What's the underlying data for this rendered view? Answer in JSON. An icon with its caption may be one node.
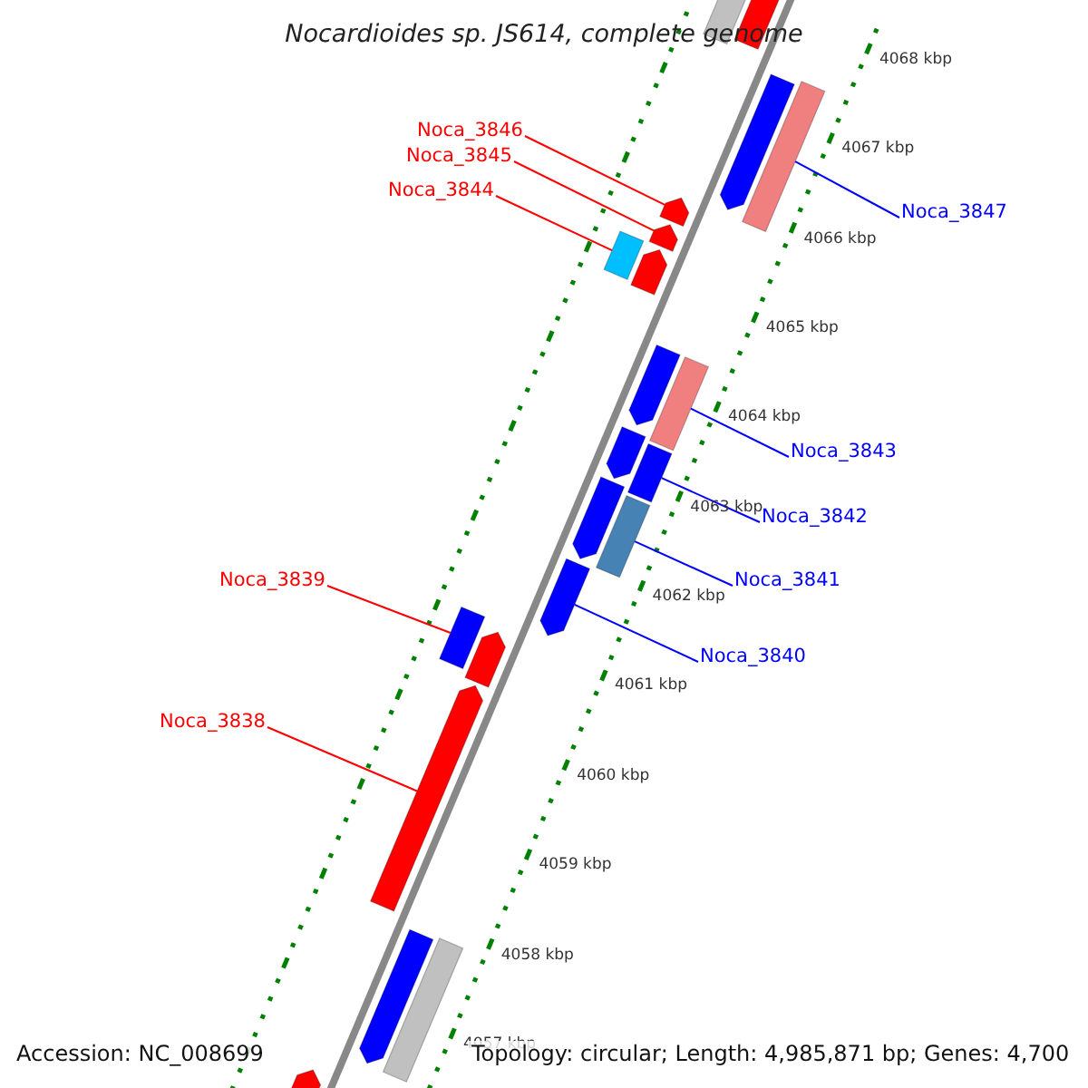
{
  "diagram": {
    "title": "Nocardioides sp. JS614, complete genome",
    "nodes": [
      {
        "text": [
          "Noca_3846"
        ]
      },
      {
        "text": [
          "Noca_3845"
        ]
      },
      {
        "text": [
          "Noca_3844"
        ]
      },
      {
        "text": [
          "Noca_3847"
        ]
      },
      {
        "text": [
          "Noca_3843"
        ]
      },
      {
        "text": [
          "Noca_3842"
        ]
      },
      {
        "text": [
          "Noca_3839"
        ]
      },
      {
        "text": [
          "Noca_3841"
        ]
      },
      {
        "text": [
          "Noca_3840"
        ]
      },
      {
        "text": [
          "Noca_3838"
        ]
      },
      {
        "text": [],
        "shape": "arrow"
      },
      {
        "text": [],
        "shape": "arrow"
      },
      {
        "text": [],
        "shape": "bar"
      },
      {
        "text": [],
        "shape": "bar"
      },
      {
        "text": [],
        "shape": "bar"
      },
      {
        "text": [],
        "shape": "bar"
      },
      {
        "text": [],
        "shape": "bar"
      },
      {
        "text": [],
        "shape": "bar"
      },
      {
        "text": [],
        "shape": "arrow"
      },
      {
        "text": [],
        "shape": "arrow"
      },
      {
        "text": [],
        "shape": "arrow"
      },
      {
        "text": [],
        "shape": "bar"
      },
      {
        "text": [],
        "shape": "arrow"
      },
      {
        "text": [],
        "shape": "arrow"
      },
      {
        "text": [],
        "shape": "arrow"
      },
      {
        "text": [],
        "shape": "arrow"
      },
      {
        "text": [],
        "shape": "arrow"
      },
      {
        "text": [],
        "shape": "arrow"
      },
      {
        "text": [],
        "shape": "arrow"
      },
      {
        "text": [],
        "shape": "bar"
      },
      {
        "text": [],
        "shape": "arrow"
      }
    ],
    "edges": [
      {
        "from": 0,
        "to": 10,
        "arrow": "none",
        "color": "#ff0000"
      },
      {
        "from": 1,
        "to": 11,
        "arrow": "none",
        "color": "#ff0000"
      },
      {
        "from": 2,
        "to": 12,
        "arrow": "none",
        "color": "#ff0000"
      },
      {
        "from": 3,
        "to": 13,
        "arrow": "none",
        "color": "#0000ff"
      },
      {
        "from": 4,
        "to": 14,
        "arrow": "none",
        "color": "#0000ff"
      },
      {
        "from": 5,
        "to": 15,
        "arrow": "none",
        "color": "#0000ff"
      },
      {
        "from": 6,
        "to": 16,
        "arrow": "none",
        "color": "#ff0000"
      },
      {
        "from": 7,
        "to": 17,
        "arrow": "none",
        "color": "#0000ff"
      },
      {
        "from": 8,
        "to": 18,
        "arrow": "none",
        "color": "#0000ff"
      },
      {
        "from": 9,
        "to": 19,
        "arrow": "none",
        "color": "#ff0000"
      }
    ],
    "labels": [
      "4068 kbp",
      "4067 kbp",
      "4066 kbp",
      "4065 kbp",
      "4064 kbp",
      "4063 kbp",
      "4062 kbp",
      "4061 kbp",
      "4060 kbp",
      "4059 kbp",
      "4058 kbp",
      "4057 kbp",
      "Accession: NC_008699",
      "Topology: circular; Length: 4,985,871 bp; Genes: 4,700"
    ]
  }
}
